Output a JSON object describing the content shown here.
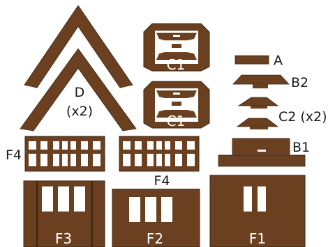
{
  "colors": {
    "wood": "#6b4020",
    "wood_edge": "#3e2410",
    "window": "#ffffff",
    "label_inside": "#ffffff",
    "label_outside": "#1a1a1a"
  },
  "labels": {
    "d": "D",
    "d_count": "(x2)",
    "c1_top": "C1",
    "c1_bottom": "C1",
    "a": "A",
    "b2": "B2",
    "c2": "C2 (x2)",
    "b1": "B1",
    "f4_left": "F4",
    "f4_bottom": "F4",
    "f3": "F3",
    "f2": "F2",
    "f1": "F1"
  }
}
